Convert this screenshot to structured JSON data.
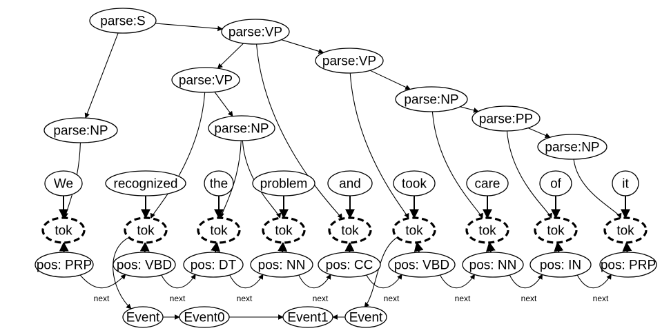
{
  "parse_nodes": [
    {
      "id": "pS",
      "label": "parse:S"
    },
    {
      "id": "pVP1",
      "label": "parse:VP"
    },
    {
      "id": "pVP2",
      "label": "parse:VP"
    },
    {
      "id": "pVP3",
      "label": "parse:VP"
    },
    {
      "id": "pNP1",
      "label": "parse:NP"
    },
    {
      "id": "pNP2",
      "label": "parse:NP"
    },
    {
      "id": "pNP3",
      "label": "parse:NP"
    },
    {
      "id": "pPP",
      "label": "parse:PP"
    },
    {
      "id": "pNP4",
      "label": "parse:NP"
    }
  ],
  "words": [
    {
      "id": "w0",
      "label": "We"
    },
    {
      "id": "w1",
      "label": "recognized"
    },
    {
      "id": "w2",
      "label": "the"
    },
    {
      "id": "w3",
      "label": "problem"
    },
    {
      "id": "w4",
      "label": "and"
    },
    {
      "id": "w5",
      "label": "took"
    },
    {
      "id": "w6",
      "label": "care"
    },
    {
      "id": "w7",
      "label": "of"
    },
    {
      "id": "w8",
      "label": "it"
    }
  ],
  "tokens": [
    {
      "id": "t0",
      "label": "tok"
    },
    {
      "id": "t1",
      "label": "tok"
    },
    {
      "id": "t2",
      "label": "tok"
    },
    {
      "id": "t3",
      "label": "tok"
    },
    {
      "id": "t4",
      "label": "tok"
    },
    {
      "id": "t5",
      "label": "tok"
    },
    {
      "id": "t6",
      "label": "tok"
    },
    {
      "id": "t7",
      "label": "tok"
    },
    {
      "id": "t8",
      "label": "tok"
    }
  ],
  "pos": [
    {
      "id": "p0",
      "label": "pos: PRP"
    },
    {
      "id": "p1",
      "label": "pos: VBD"
    },
    {
      "id": "p2",
      "label": "pos: DT"
    },
    {
      "id": "p3",
      "label": "pos: NN"
    },
    {
      "id": "p4",
      "label": "pos: CC"
    },
    {
      "id": "p5",
      "label": "pos: VBD"
    },
    {
      "id": "p6",
      "label": "pos: NN"
    },
    {
      "id": "p7",
      "label": "pos: IN"
    },
    {
      "id": "p8",
      "label": "pos: PRP"
    }
  ],
  "events": [
    {
      "id": "e0",
      "label": "Event"
    },
    {
      "id": "e1",
      "label": "Event0"
    },
    {
      "id": "e2",
      "label": "Event1"
    },
    {
      "id": "e3",
      "label": "Event"
    }
  ],
  "next_label": "next"
}
